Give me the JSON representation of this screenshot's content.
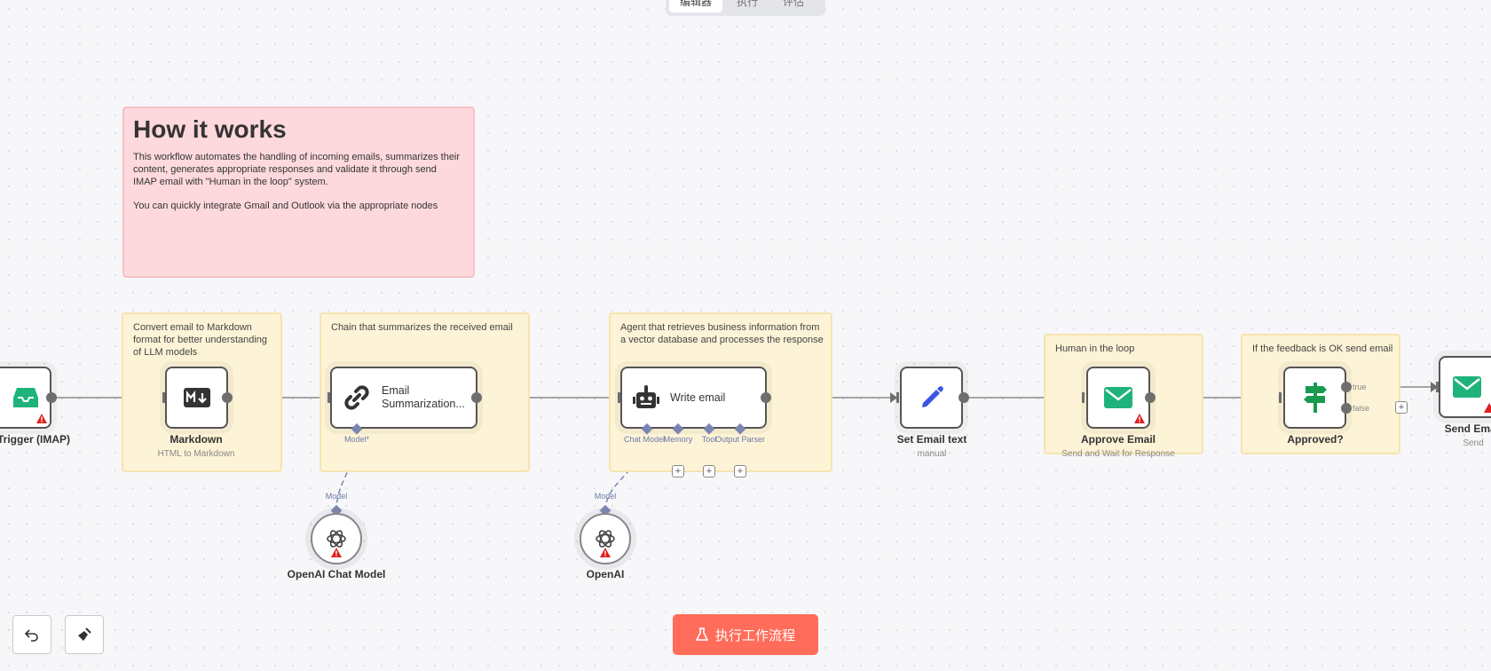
{
  "tabs": [
    {
      "label": "编辑器"
    },
    {
      "label": "执行"
    },
    {
      "label": "评估"
    }
  ],
  "sticky_how": {
    "title": "How it works",
    "para1": "This workflow automates the handling of incoming emails, summarizes their content, generates appropriate responses and validate it through send IMAP email with \"Human in the loop\" system.",
    "para2": "You can quickly integrate Gmail and Outlook via the appropriate nodes"
  },
  "stickies": {
    "markdown": "Convert email to Markdown format for better understanding of LLM models",
    "summarize": "Chain that summarizes the received email",
    "agent": "Agent that retrieves business information from a vector database and processes the response",
    "human": "Human in the loop",
    "feedback": "If the feedback is OK send email"
  },
  "nodes": {
    "trigger": {
      "label": "Trigger (IMAP)"
    },
    "markdown": {
      "label": "Markdown",
      "sub": "HTML to Markdown"
    },
    "summarize": {
      "label_line1": "Email",
      "label_line2": "Summarization..."
    },
    "write": {
      "label": "Write email"
    },
    "set_text": {
      "label": "Set Email text",
      "sub": "manual"
    },
    "approve": {
      "label": "Approve Email",
      "sub": "Send and Wait for Response"
    },
    "approved": {
      "label": "Approved?",
      "true_label": "true",
      "false_label": "false"
    },
    "send": {
      "label": "Send Email",
      "sub": "Send"
    },
    "openai_chat": {
      "label": "OpenAI Chat Model"
    },
    "openai": {
      "label": "OpenAI"
    }
  },
  "ports": {
    "summ_model": "Model*",
    "model_a": "Model",
    "model_b": "Model",
    "chat_model": "Chat Model",
    "memory": "Memory",
    "tool": "Tool",
    "output_parser": "Output Parser"
  },
  "execute_button": "执行工作流程",
  "icons": [
    "inbox-icon",
    "markdown-icon",
    "link-icon",
    "robot-icon",
    "pencil-icon",
    "envelope-icon",
    "signpost-icon",
    "openai-icon",
    "warning-icon",
    "undo-icon",
    "broom-icon",
    "flask-icon"
  ],
  "colors": {
    "accent": "#ff6d5a",
    "sticky_yellow": "#fdf3d6",
    "sticky_pink": "#fdd9dd",
    "email_green": "#1fb37b",
    "pencil_blue": "#3a55e0"
  }
}
